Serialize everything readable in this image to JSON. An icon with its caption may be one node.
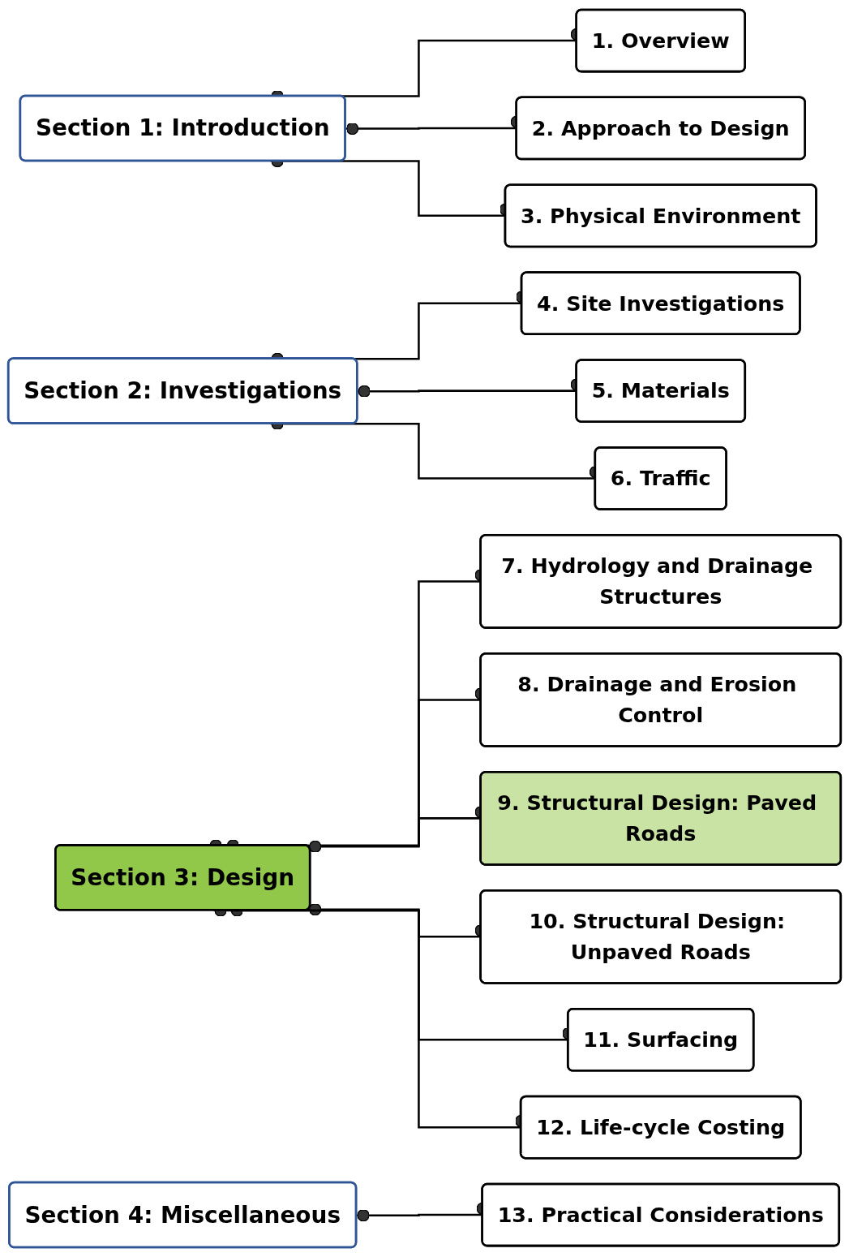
{
  "diagram": {
    "nodes": [
      {
        "text": [
          "Section 1: Introduction"
        ]
      },
      {
        "text": [
          "1. Overview"
        ]
      },
      {
        "text": [
          "2. Approach to Design"
        ]
      },
      {
        "text": [
          "3. Physical Environment"
        ]
      },
      {
        "text": [
          "Section 2: Investigations"
        ]
      },
      {
        "text": [
          "4. Site Investigations"
        ]
      },
      {
        "text": [
          "5. Materials"
        ]
      },
      {
        "text": [
          "6. Traffic"
        ]
      },
      {
        "text": [
          "Section 3: Design"
        ]
      },
      {
        "text": [
          "7. Hydrology and Drainage Structures"
        ]
      },
      {
        "text": [
          "8. Drainage and Erosion Control"
        ]
      },
      {
        "text": [
          "9. Structural Design: Paved Roads"
        ]
      },
      {
        "text": [
          "10. Structural Design: Unpaved Roads"
        ]
      },
      {
        "text": [
          "11. Surfacing"
        ]
      },
      {
        "text": [
          "12. Life-cycle Costing"
        ]
      },
      {
        "text": [
          "Section 4: Miscellaneous"
        ]
      },
      {
        "text": [
          "13. Practical Considerations"
        ]
      }
    ],
    "edges": [
      {
        "from": 0,
        "to": 1,
        "arrow": "other"
      },
      {
        "from": 0,
        "to": 2,
        "arrow": "other"
      },
      {
        "from": 0,
        "to": 3,
        "arrow": "other"
      },
      {
        "from": 4,
        "to": 5,
        "arrow": "other"
      },
      {
        "from": 4,
        "to": 6,
        "arrow": "other"
      },
      {
        "from": 4,
        "to": 7,
        "arrow": "other"
      },
      {
        "from": 8,
        "to": 9,
        "arrow": "other"
      },
      {
        "from": 8,
        "to": 10,
        "arrow": "other"
      },
      {
        "from": 8,
        "to": 11,
        "arrow": "other"
      },
      {
        "from": 8,
        "to": 12,
        "arrow": "other"
      },
      {
        "from": 8,
        "to": 13,
        "arrow": "other"
      },
      {
        "from": 8,
        "to": 14,
        "arrow": "other"
      },
      {
        "from": 15,
        "to": 16,
        "arrow": "other"
      }
    ]
  }
}
